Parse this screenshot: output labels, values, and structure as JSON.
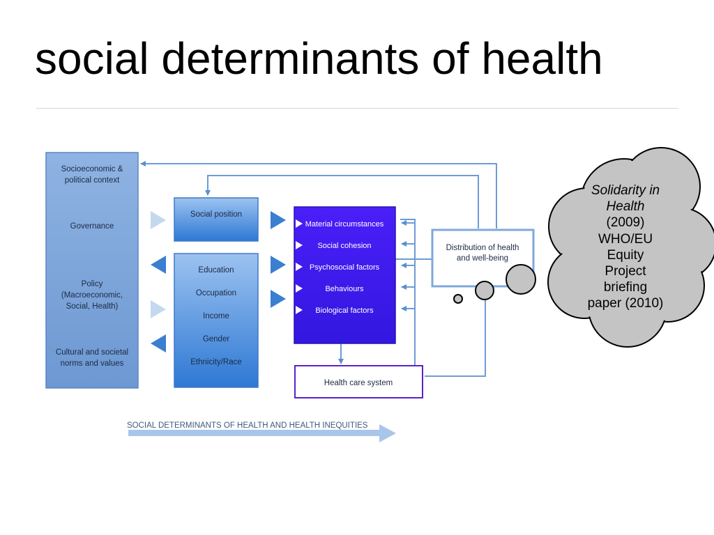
{
  "title": "social determinants of health",
  "diagram": {
    "context_box": {
      "items": [
        [
          "Socioeconomic &",
          "political context"
        ],
        [
          "Governance"
        ],
        [
          "Policy",
          "(Macroeconomic,",
          "Social, Health)"
        ],
        [
          "Cultural and societal",
          "norms and values"
        ]
      ]
    },
    "social_position": "Social position",
    "position_items": [
      "Education",
      "Occupation",
      "Income",
      "Gender",
      "Ethnicity/Race"
    ],
    "intermediary_items": [
      "Material circumstances",
      "Social cohesion",
      "Psychosocial factors",
      "Behaviours",
      "Biological factors"
    ],
    "distribution_box": [
      "Distribution of health",
      "and well-being"
    ],
    "health_care": "Health care system",
    "bottom_arrow_label": "SOCIAL DETERMINANTS OF HEALTH AND HEALTH INEQUITIES",
    "colors": {
      "light_blue": "#7fa8dc",
      "mid_blue": "#3a86d8",
      "blue_violet": "#3d1df2",
      "purple_border": "#5a20c8",
      "arrow_blue": "#4b88d6",
      "cloud_fill": "#c4c4c4"
    }
  },
  "cloud": {
    "italic_lines": [
      "Solidarity in",
      "Health"
    ],
    "lines": [
      "(2009)",
      "WHO/EU",
      "Equity",
      "Project",
      "briefing",
      "paper (2010)"
    ]
  }
}
